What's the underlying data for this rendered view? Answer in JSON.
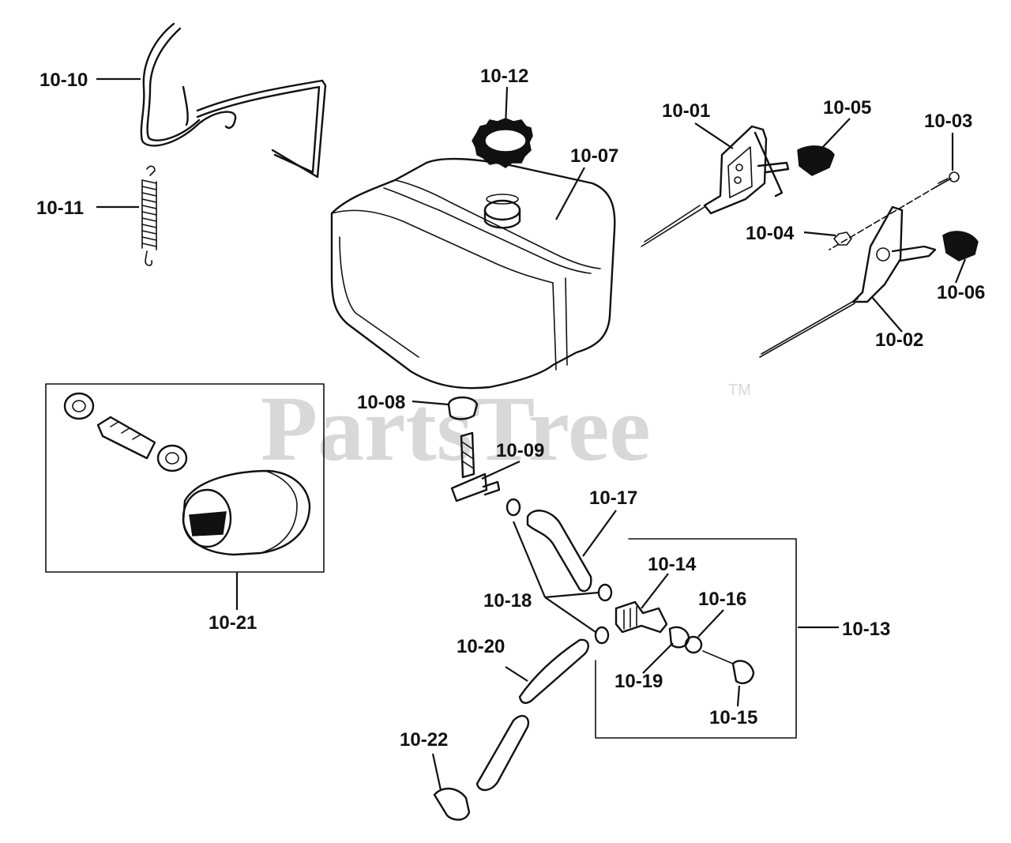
{
  "watermark": {
    "text": "PartsTree",
    "trademark": "TM"
  },
  "parts": {
    "p1001": "10-01",
    "p1002": "10-02",
    "p1003": "10-03",
    "p1004": "10-04",
    "p1005": "10-05",
    "p1006": "10-06",
    "p1007": "10-07",
    "p1008": "10-08",
    "p1009": "10-09",
    "p1010": "10-10",
    "p1011": "10-11",
    "p1012": "10-12",
    "p1013": "10-13",
    "p1014": "10-14",
    "p1015": "10-15",
    "p1016": "10-16",
    "p1017": "10-17",
    "p1018": "10-18",
    "p1019": "10-19",
    "p1020": "10-20",
    "p1021": "10-21",
    "p1022": "10-22"
  }
}
